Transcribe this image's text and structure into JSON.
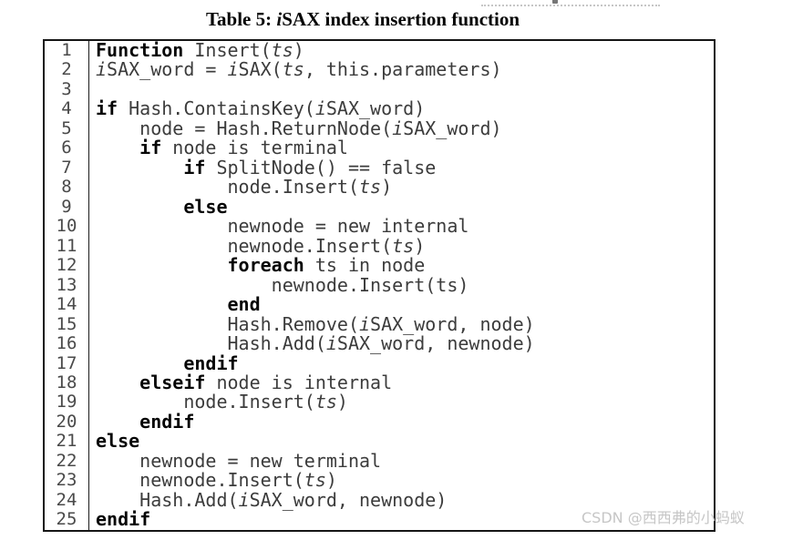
{
  "caption": {
    "segments": [
      {
        "t": "Table 5: ",
        "s": "b"
      },
      {
        "t": "i",
        "s": "bi"
      },
      {
        "t": "SAX index insertion function",
        "s": "b"
      }
    ]
  },
  "watermark": "CSDN @西西弗的小蚂蚁",
  "colors": {
    "background": "#ffffff",
    "border": "#151515",
    "code_text": "#3c3c3c",
    "keyword": "#050505",
    "line_number": "#4a4a4a",
    "watermark": "#c6c6c6"
  },
  "code": {
    "lines": [
      {
        "num": "1",
        "segments": [
          {
            "t": "Function",
            "s": "b"
          },
          {
            "t": " Insert(",
            "s": "r"
          },
          {
            "t": "ts",
            "s": "i"
          },
          {
            "t": ")",
            "s": "r"
          }
        ]
      },
      {
        "num": "2",
        "segments": [
          {
            "t": "i",
            "s": "i"
          },
          {
            "t": "SAX_word = ",
            "s": "r"
          },
          {
            "t": "i",
            "s": "i"
          },
          {
            "t": "SAX(",
            "s": "r"
          },
          {
            "t": "ts",
            "s": "i"
          },
          {
            "t": ", this.parameters)",
            "s": "r"
          }
        ]
      },
      {
        "num": "3",
        "segments": []
      },
      {
        "num": "4",
        "segments": [
          {
            "t": "if",
            "s": "b"
          },
          {
            "t": " Hash.ContainsKey(",
            "s": "r"
          },
          {
            "t": "i",
            "s": "i"
          },
          {
            "t": "SAX_word)",
            "s": "r"
          }
        ]
      },
      {
        "num": "5",
        "segments": [
          {
            "t": "    node = Hash.ReturnNode(",
            "s": "r"
          },
          {
            "t": "i",
            "s": "i"
          },
          {
            "t": "SAX_word)",
            "s": "r"
          }
        ]
      },
      {
        "num": "6",
        "segments": [
          {
            "t": "    ",
            "s": "r"
          },
          {
            "t": "if",
            "s": "b"
          },
          {
            "t": " node is terminal",
            "s": "r"
          }
        ]
      },
      {
        "num": "7",
        "segments": [
          {
            "t": "        ",
            "s": "r"
          },
          {
            "t": "if",
            "s": "b"
          },
          {
            "t": " SplitNode() == false",
            "s": "r"
          }
        ]
      },
      {
        "num": "8",
        "segments": [
          {
            "t": "            node.Insert(",
            "s": "r"
          },
          {
            "t": "ts",
            "s": "i"
          },
          {
            "t": ")",
            "s": "r"
          }
        ]
      },
      {
        "num": "9",
        "segments": [
          {
            "t": "        ",
            "s": "r"
          },
          {
            "t": "else",
            "s": "b"
          }
        ]
      },
      {
        "num": "10",
        "segments": [
          {
            "t": "            newnode = new internal",
            "s": "r"
          }
        ]
      },
      {
        "num": "11",
        "segments": [
          {
            "t": "            newnode.Insert(",
            "s": "r"
          },
          {
            "t": "ts",
            "s": "i"
          },
          {
            "t": ")",
            "s": "r"
          }
        ]
      },
      {
        "num": "12",
        "segments": [
          {
            "t": "            ",
            "s": "r"
          },
          {
            "t": "foreach",
            "s": "b"
          },
          {
            "t": " ts in node",
            "s": "r"
          }
        ]
      },
      {
        "num": "13",
        "segments": [
          {
            "t": "                newnode.Insert(ts)",
            "s": "r"
          }
        ]
      },
      {
        "num": "14",
        "segments": [
          {
            "t": "            ",
            "s": "r"
          },
          {
            "t": "end",
            "s": "b"
          }
        ]
      },
      {
        "num": "15",
        "segments": [
          {
            "t": "            Hash.Remove(",
            "s": "r"
          },
          {
            "t": "i",
            "s": "i"
          },
          {
            "t": "SAX_word, node)",
            "s": "r"
          }
        ]
      },
      {
        "num": "16",
        "segments": [
          {
            "t": "            Hash.Add(",
            "s": "r"
          },
          {
            "t": "i",
            "s": "i"
          },
          {
            "t": "SAX_word, newnode)",
            "s": "r"
          }
        ]
      },
      {
        "num": "17",
        "segments": [
          {
            "t": "        ",
            "s": "r"
          },
          {
            "t": "endif",
            "s": "b"
          }
        ]
      },
      {
        "num": "18",
        "segments": [
          {
            "t": "    ",
            "s": "r"
          },
          {
            "t": "elseif",
            "s": "b"
          },
          {
            "t": " node is internal",
            "s": "r"
          }
        ]
      },
      {
        "num": "19",
        "segments": [
          {
            "t": "        node.Insert(",
            "s": "r"
          },
          {
            "t": "ts",
            "s": "i"
          },
          {
            "t": ")",
            "s": "r"
          }
        ]
      },
      {
        "num": "20",
        "segments": [
          {
            "t": "    ",
            "s": "r"
          },
          {
            "t": "endif",
            "s": "b"
          }
        ]
      },
      {
        "num": "21",
        "segments": [
          {
            "t": "else",
            "s": "b"
          }
        ]
      },
      {
        "num": "22",
        "segments": [
          {
            "t": "    newnode = new terminal",
            "s": "r"
          }
        ]
      },
      {
        "num": "23",
        "segments": [
          {
            "t": "    newnode.Insert(",
            "s": "r"
          },
          {
            "t": "ts",
            "s": "i"
          },
          {
            "t": ")",
            "s": "r"
          }
        ]
      },
      {
        "num": "24",
        "segments": [
          {
            "t": "    Hash.Add(",
            "s": "r"
          },
          {
            "t": "i",
            "s": "i"
          },
          {
            "t": "SAX_word, newnode)",
            "s": "r"
          }
        ]
      },
      {
        "num": "25",
        "segments": [
          {
            "t": "endif",
            "s": "b"
          }
        ]
      }
    ]
  }
}
